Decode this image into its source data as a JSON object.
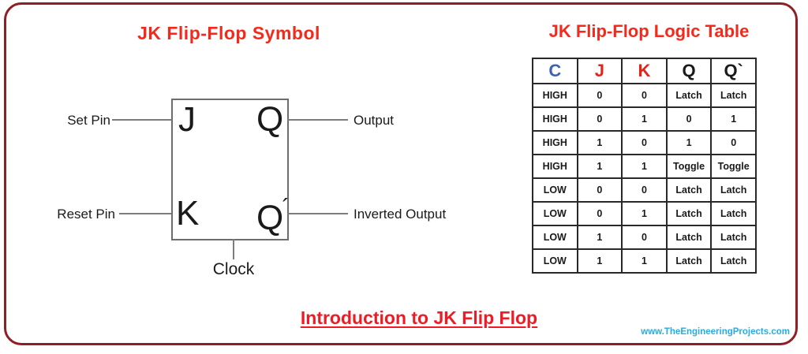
{
  "page": {
    "frame_border_color": "#8e1f26",
    "background_color": "#ffffff"
  },
  "symbol_section": {
    "title": "JK Flip-Flop Symbol",
    "box_labels": {
      "j": "J",
      "q": "Q",
      "k": "K",
      "q_bar": "Q",
      "q_bar_prime": "´"
    },
    "wire_labels": {
      "set_pin": "Set Pin",
      "reset_pin": "Reset Pin",
      "output": "Output",
      "inverted_output": "Inverted Output",
      "clock": "Clock"
    }
  },
  "logic_table_section": {
    "title_part1": "JK Flip-Flop",
    "title_part2": " Logic Table",
    "title_color": "#f5291b",
    "table": {
      "headers": [
        {
          "label": "C",
          "color": "#3f62b0"
        },
        {
          "label": "J",
          "color": "#e2231a"
        },
        {
          "label": "K",
          "color": "#e2231a"
        },
        {
          "label": "Q",
          "color": "#1a1a1a"
        },
        {
          "label": "Q`",
          "color": "#1a1a1a"
        }
      ],
      "rows": [
        [
          "HIGH",
          "0",
          "0",
          "Latch",
          "Latch"
        ],
        [
          "HIGH",
          "0",
          "1",
          "0",
          "1"
        ],
        [
          "HIGH",
          "1",
          "0",
          "1",
          "0"
        ],
        [
          "HIGH",
          "1",
          "1",
          "Toggle",
          "Toggle"
        ],
        [
          "LOW",
          "0",
          "0",
          "Latch",
          "Latch"
        ],
        [
          "LOW",
          "0",
          "1",
          "Latch",
          "Latch"
        ],
        [
          "LOW",
          "1",
          "0",
          "Latch",
          "Latch"
        ],
        [
          "LOW",
          "1",
          "1",
          "Latch",
          "Latch"
        ]
      ]
    }
  },
  "footer": {
    "caption": "Introduction to JK Flip Flop",
    "website": "www.TheEngineeringProjects.com"
  }
}
